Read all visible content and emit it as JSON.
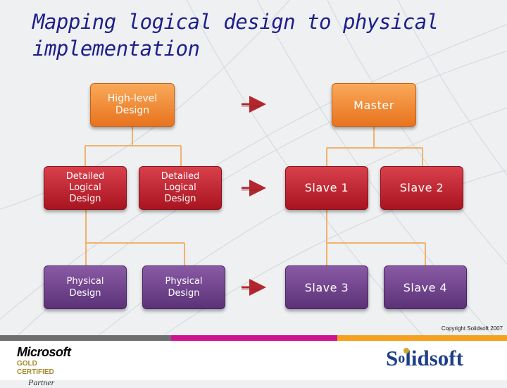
{
  "slide": {
    "title_line1": "Mapping logical design to physical",
    "title_line2": "implementation"
  },
  "logical": {
    "high_level": [
      "High-level",
      "Design"
    ],
    "detailed_left": [
      "Detailed",
      "Logical",
      "Design"
    ],
    "detailed_right": [
      "Detailed",
      "Logical",
      "Design"
    ],
    "physical_left": [
      "Physical",
      "Design"
    ],
    "physical_right": [
      "Physical",
      "Design"
    ]
  },
  "physical": {
    "master": "Master",
    "slave1": "Slave 1",
    "slave2": "Slave 2",
    "slave3": "Slave 3",
    "slave4": "Slave 4"
  },
  "footer": {
    "copyright": "Copyright Solidsoft 2007",
    "microsoft": "Microsoft",
    "gold_certified": "GOLD CERTIFIED",
    "partner": "Partner",
    "solidsoft_prefix": "S",
    "solidsoft_o": "o",
    "solidsoft_rest": "lidsoft"
  },
  "colors": {
    "title": "#1e1f8a",
    "orange": "#ef8a35",
    "red": "#c0272f",
    "purple": "#6e4290",
    "connector": "#f2b26a",
    "arrow": "#b3262e",
    "stripe_pink": "#d0138f",
    "stripe_orange": "#f6a11d",
    "logo_blue": "#1d3f8a",
    "logo_gold": "#d2a629"
  }
}
